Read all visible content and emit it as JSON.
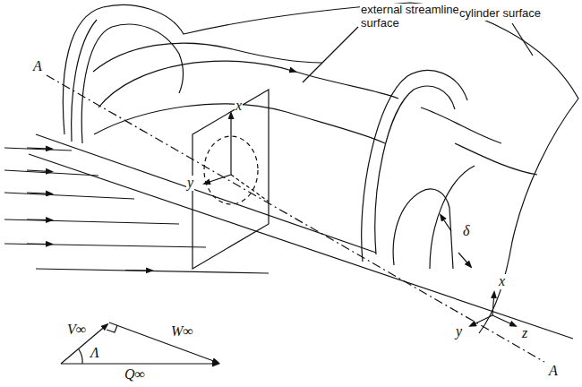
{
  "diagram": {
    "labels": [
      "external streamline surface",
      "cylinder surface",
      "A",
      "A",
      "x",
      "y",
      "x",
      "y",
      "z",
      "δ",
      "V∞",
      "W∞",
      "Λ",
      "Q∞"
    ]
  }
}
